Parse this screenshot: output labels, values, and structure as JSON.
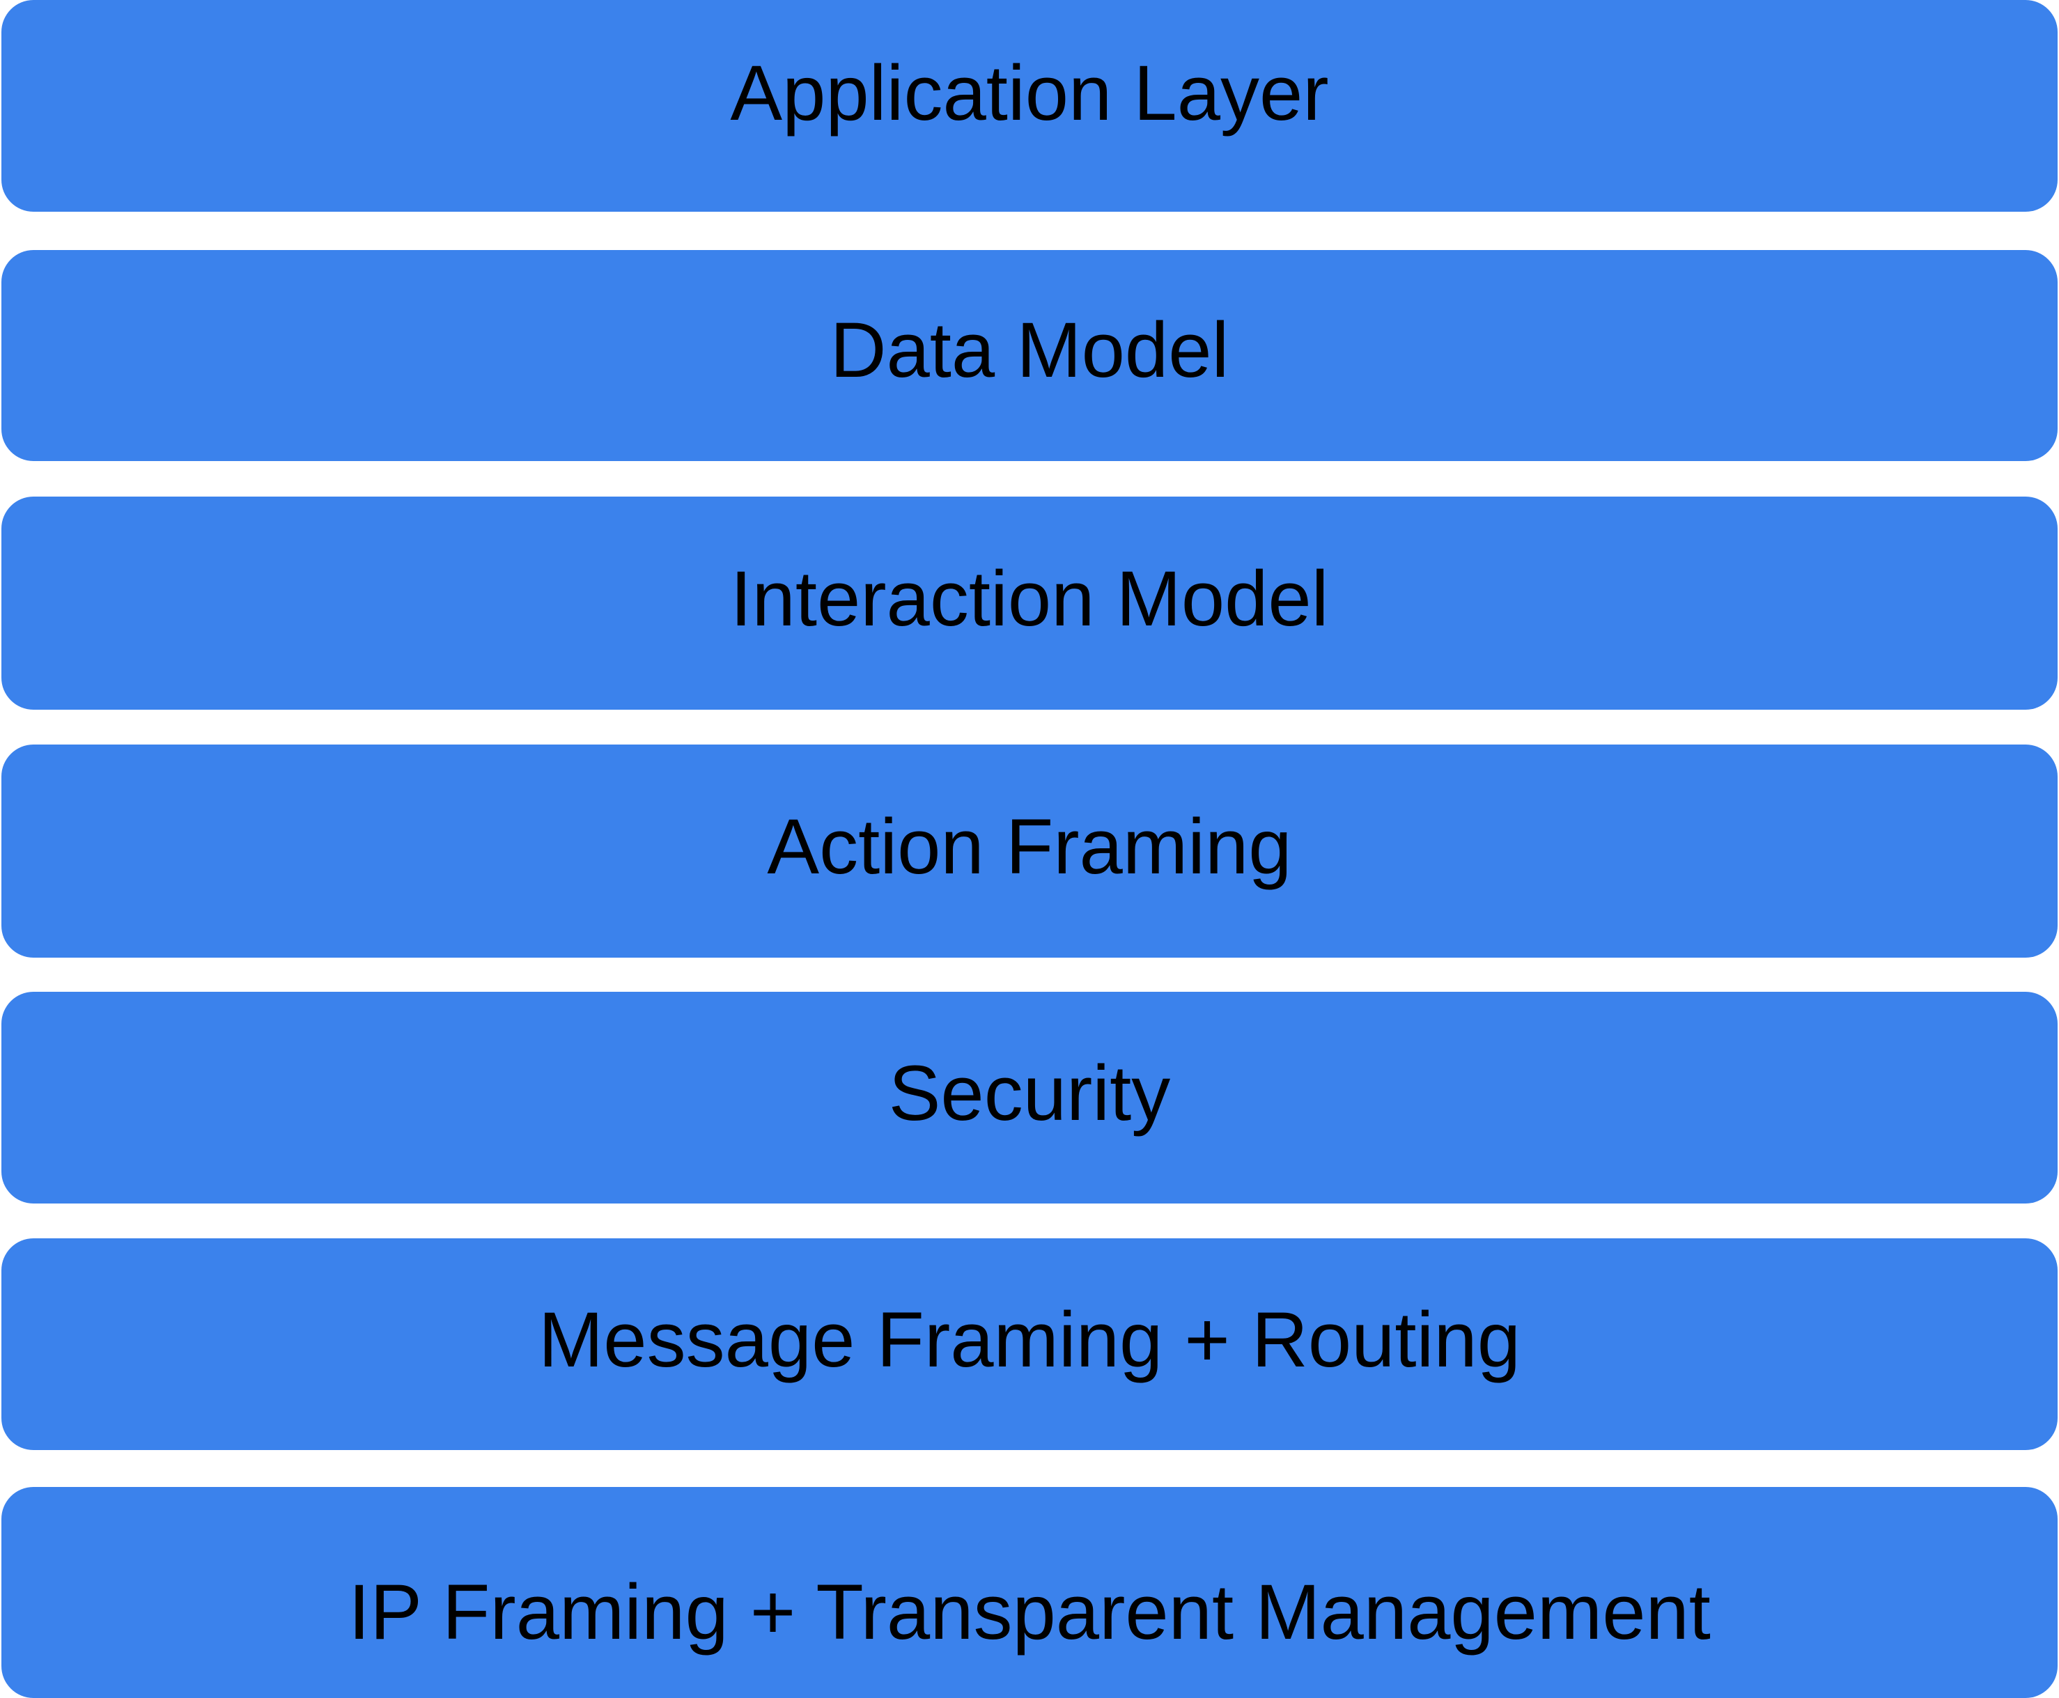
{
  "diagram": {
    "type": "layered-stack",
    "title": "",
    "background_color": "#ffffff",
    "bar_color": "#3b82ec",
    "text_color": "#000000",
    "orientation": "top-to-bottom",
    "layer_count": 7,
    "layers": [
      {
        "index": 0,
        "label": "Application Layer"
      },
      {
        "index": 1,
        "label": "Data Model"
      },
      {
        "index": 2,
        "label": "Interaction Model"
      },
      {
        "index": 3,
        "label": "Action Framing"
      },
      {
        "index": 4,
        "label": "Security"
      },
      {
        "index": 5,
        "label": "Message Framing + Routing"
      },
      {
        "index": 6,
        "label": "IP Framing + Transparent Management"
      }
    ]
  }
}
